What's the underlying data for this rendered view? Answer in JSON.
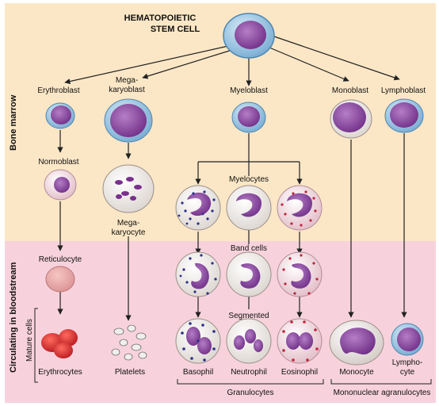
{
  "diagram": {
    "title_line1": "HEMATOPOIETIC",
    "title_line2": "STEM CELL",
    "zones": {
      "bone_marrow": "Bone marrow",
      "circulating": "Circulating in bloodstream",
      "mature_cells": "Mature cells"
    },
    "colors": {
      "bone_marrow_bg": "#fbe7c6",
      "blood_bg": "#f7d2dc",
      "nucleus": "#8a3f9c",
      "cytoplasm_blue": "#9cc8e4",
      "rbc_red": "#d8262b"
    },
    "labels": {
      "erythroblast": "Erythroblast",
      "megakaryoblast_1": "Mega-",
      "megakaryoblast_2": "karyoblast",
      "myeloblast": "Myeloblast",
      "monoblast": "Monoblast",
      "lymphoblast": "Lymphoblast",
      "normoblast": "Normoblast",
      "myelocytes": "Myelocytes",
      "megakaryocyte_1": "Mega-",
      "megakaryocyte_2": "karyocyte",
      "band_cells": "Band cells",
      "reticulocyte": "Reticulocyte",
      "segmented": "Segmented",
      "erythrocytes": "Erythrocytes",
      "platelets": "Platelets",
      "basophil": "Basophil",
      "neutrophil": "Neutrophil",
      "eosinophil": "Eosinophil",
      "monocyte": "Monocyte",
      "lymphocyte_1": "Lympho-",
      "lymphocyte_2": "cyte",
      "granulocytes": "Granulocytes",
      "mononuclear": "Mononuclear agranulocytes"
    }
  }
}
